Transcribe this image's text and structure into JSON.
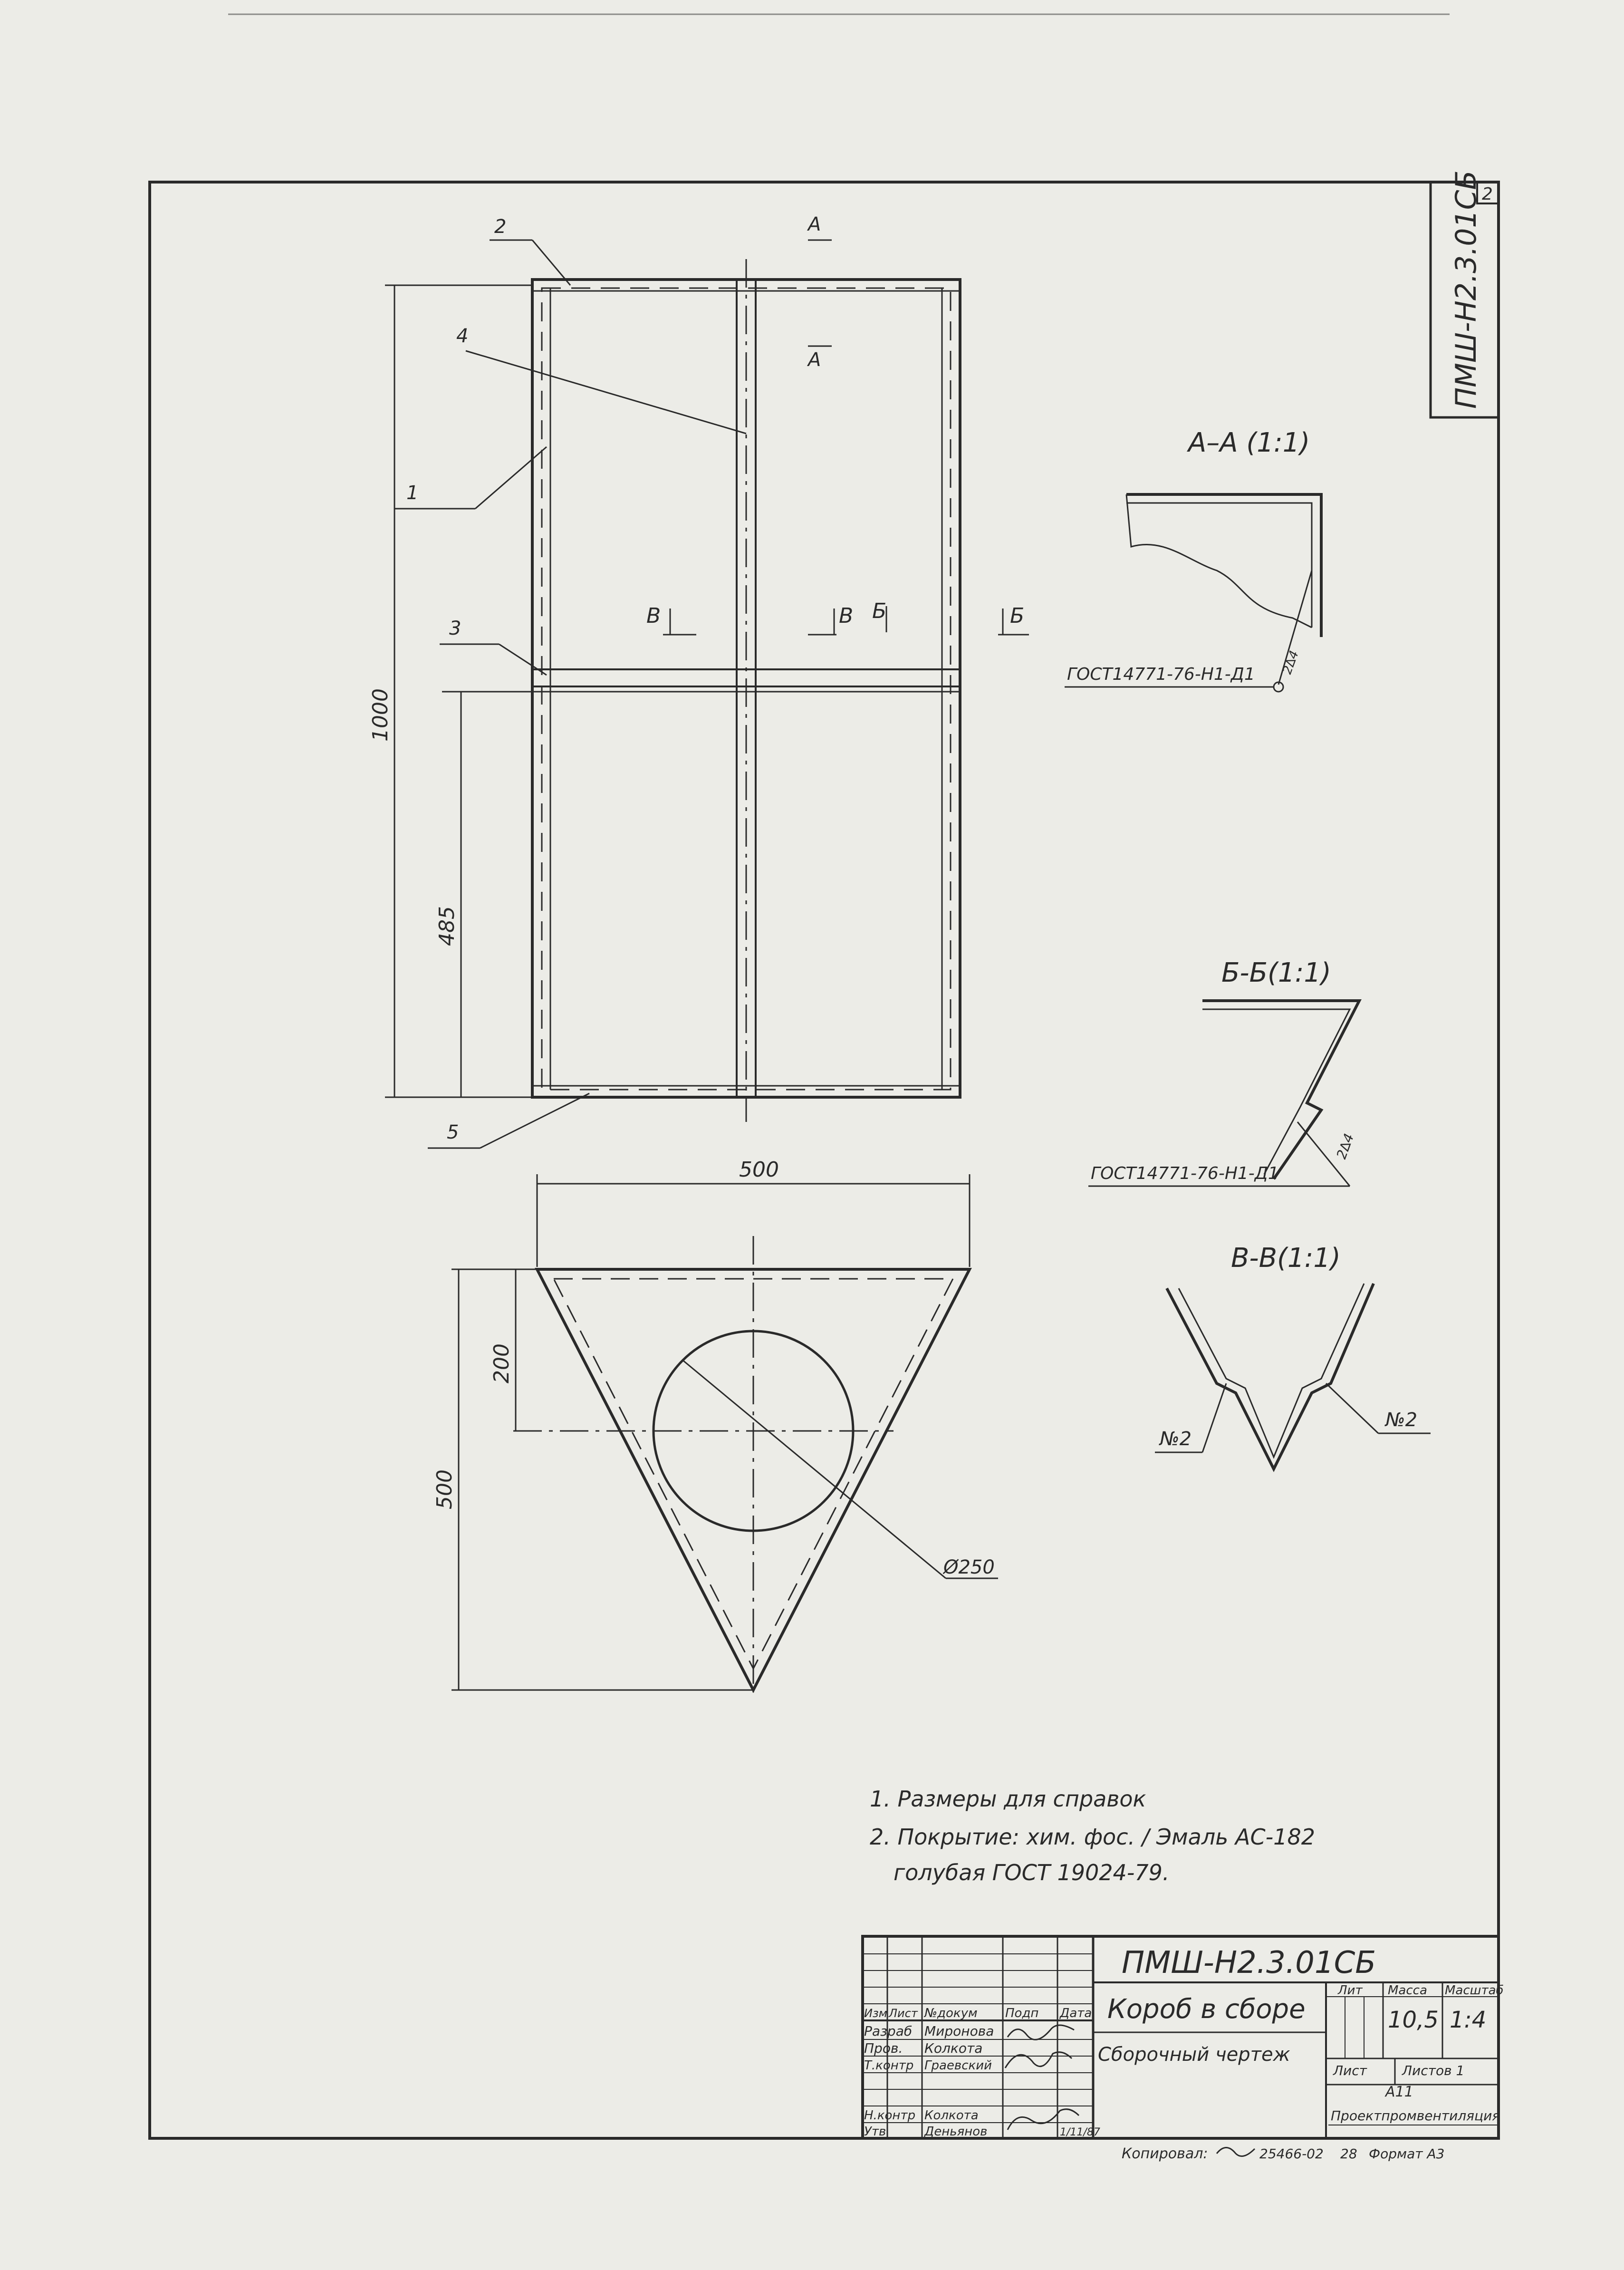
{
  "stamp": {
    "code_vertical": "ПМШ-Н2.3.01СБ",
    "sheet_no": "2"
  },
  "views": {
    "plan": {
      "dim_height": "1000",
      "dim_485": "485",
      "section_marks": [
        "А",
        "А",
        "В",
        "В",
        "Б",
        "Б"
      ],
      "positions": [
        "1",
        "2",
        "3",
        "4",
        "5"
      ]
    },
    "triangle": {
      "dim_width": "500",
      "dim_200": "200",
      "dim_500": "500",
      "dim_dia": "Ø250"
    }
  },
  "sections": {
    "aa": {
      "title": "А–А (1:1)",
      "weld": "ГОСТ14771-76-Н1-Д1",
      "leg": "2∆4"
    },
    "bb": {
      "title": "Б-Б(1:1)",
      "weld": "ГОСТ14771-76-Н1-Д1",
      "leg": "2∆4"
    },
    "vv": {
      "title": "В-В(1:1)",
      "label_left": "№2",
      "label_right": "№2"
    }
  },
  "notes": [
    "1. Размеры для справок",
    "2. Покрытие: хим. фос. / Эмаль АС-182",
    "голубая    ГОСТ 19024-79."
  ],
  "title_block": {
    "code": "ПМШ-Н2.3.01СБ",
    "name": "Короб в сборе",
    "doc_type": "Сборочный чертеж",
    "head_labels": {
      "lit": "Лит",
      "mass": "Масса",
      "scale": "Масштаб"
    },
    "mass": "10,5",
    "scale": "1:4",
    "sheet_label": "Лист",
    "sheets_label": "Листов 1",
    "lit_value": "А11",
    "org": "Проектпромвентиляция",
    "col_labels": [
      "Изм",
      "Лист",
      "№докум",
      "Подп",
      "Дата"
    ],
    "rows": [
      {
        "role": "Разраб",
        "name": "Миронова"
      },
      {
        "role": "Пров.",
        "name": "Колкота"
      },
      {
        "role": "Т.контр",
        "name": "Граевский"
      },
      {
        "role": "Н.контр",
        "name": "Колкота"
      },
      {
        "role": "Утв",
        "name": "Деньянов"
      }
    ],
    "date": "1/11/87",
    "copied": "Копировал:",
    "copied_no": "25466-02",
    "copied_num": "28",
    "format": "Формат А3"
  }
}
